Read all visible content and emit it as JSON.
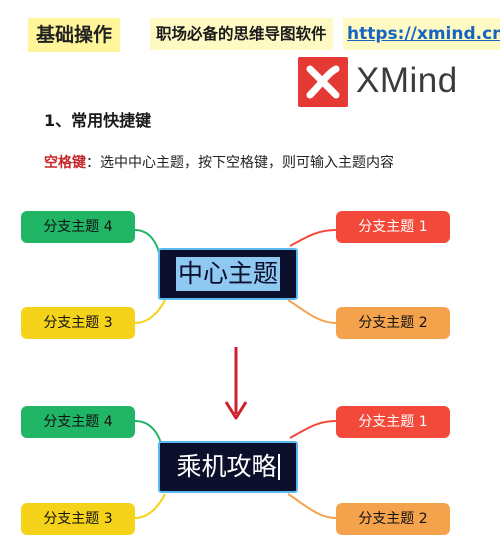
{
  "header": {
    "section_tag": "基础操作",
    "subtitle": "职场必备的思维导图软件",
    "url": "https://xmind.cn"
  },
  "logo": {
    "name": "XMind",
    "icon": "xmind-logo-icon",
    "brand_color": "#e53935"
  },
  "section": {
    "title": "1、常用快捷键"
  },
  "shortcut": {
    "key": "空格键",
    "separator": "：",
    "description": "选中中心主题，按下空格键，则可输入主题内容"
  },
  "diagram_before": {
    "center": "中心主题",
    "branches": [
      "分支主题 4",
      "分支主题 1",
      "分支主题 3",
      "分支主题 2"
    ]
  },
  "arrow": {
    "icon": "arrow-down-icon",
    "color": "#cf1f2a"
  },
  "diagram_after": {
    "center": "乘机攻略",
    "branches": [
      "分支主题 4",
      "分支主题 1",
      "分支主题 3",
      "分支主题 2"
    ]
  },
  "colors": {
    "branch_green": "#21b566",
    "branch_red": "#f2493a",
    "branch_yellow": "#f6d31b",
    "branch_orange": "#f4a24c",
    "center_bg": "#0c0f2b",
    "center_border": "#5bb8f0"
  }
}
